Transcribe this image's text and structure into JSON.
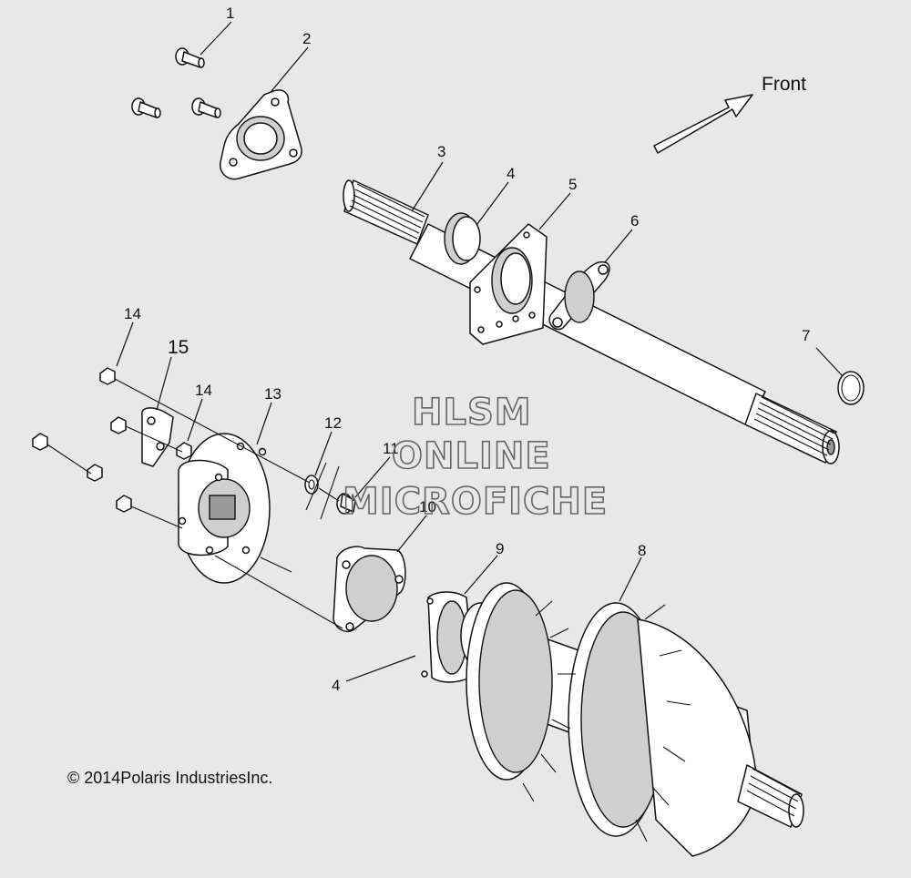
{
  "callouts": {
    "c1": "1",
    "c2": "2",
    "c3": "3",
    "c4a": "4",
    "c5": "5",
    "c6": "6",
    "c7": "7",
    "c8": "8",
    "c9": "9",
    "c10": "10",
    "c11": "11",
    "c12": "12",
    "c13": "13",
    "c14a": "14",
    "c14b": "14",
    "c15": "15",
    "c4b": "4"
  },
  "direction": {
    "label": "Front"
  },
  "watermark": {
    "line1": "HLSM",
    "line2": "ONLINE",
    "line3": "MICROFICHE"
  },
  "copyright": "© 2014Polaris IndustriesInc."
}
